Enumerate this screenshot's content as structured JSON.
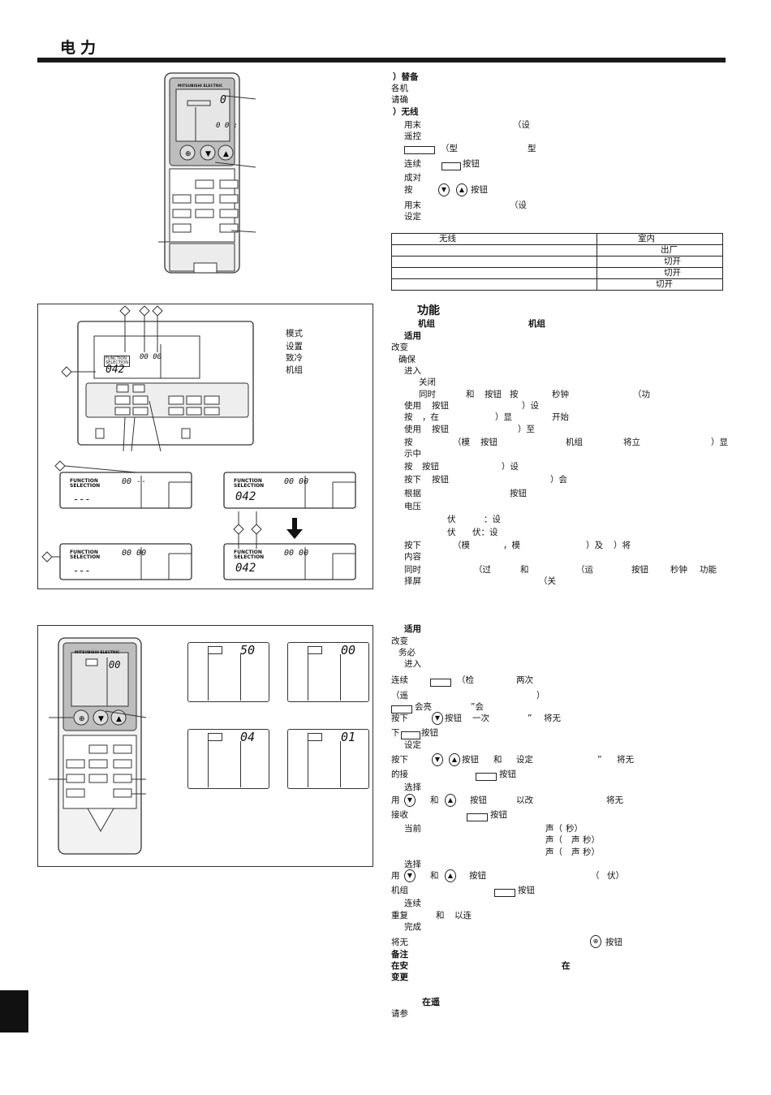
{
  "header": {
    "title": "电力"
  },
  "remote": {
    "brand": "MITSUBISHI ELECTRIC",
    "lcd_digit": "0",
    "lcd_small": "0 0 :"
  },
  "right_top": {
    "l1": "）替备",
    "l2": "各机",
    "l3": "请确",
    "l4": "）无线",
    "l5a": "用末",
    "l5b": "（设",
    "l6": "遥控",
    "l7a": "（型",
    "l7b": "型",
    "l8a": "连续",
    "l8b": "按钮",
    "l9": "成对",
    "l10a": "按",
    "l10b": "按钮",
    "l11a": "用末",
    "l11b": "（设",
    "l12": "设定"
  },
  "table": {
    "headers": [
      "无线",
      "室内"
    ],
    "rows": [
      [
        "",
        "出厂"
      ],
      [
        "",
        "切开"
      ],
      [
        "",
        "切开"
      ],
      [
        "",
        "切开"
      ]
    ]
  },
  "mid_frame": {
    "side": [
      "模式",
      "设置",
      "致冷",
      "机组"
    ],
    "fs_line1": "FUNCTION",
    "fs_line2": "SELECTION",
    "code": "042",
    "time": "00 00",
    "dash": "---",
    "blink": "00 --"
  },
  "section2": {
    "title": "功能",
    "lines": [
      "机组",
      "机组",
      "适用",
      "改变",
      "确保",
      "进入",
      "关闭",
      "同时",
      "和",
      "按钮",
      "按",
      "秒钟",
      "（功",
      "使用",
      "按钮",
      "）设",
      "按",
      "，在",
      "）显",
      "开始",
      "使用",
      "按钮",
      "）至",
      "按",
      "（模",
      "按钮",
      "机组",
      "将立",
      "）显",
      "示中",
      "按",
      "按钮",
      "）设",
      "按下",
      "按钮",
      "）会",
      "根据",
      "按钮",
      "电压",
      "伏",
      "：设",
      "伏",
      "伏：设",
      "按下",
      "（模",
      "，模",
      "）及",
      "）将",
      "内容",
      "同时",
      "（过",
      "和",
      "（运",
      "按钮",
      "秒钟",
      "功能",
      "择屏",
      "（关"
    ]
  },
  "lower_frame": {
    "d1": "50",
    "d2": "00",
    "d3": "04",
    "d4": "01",
    "remote_lcd": "00"
  },
  "section3": {
    "lines": [
      "适用",
      "改变",
      "务必",
      "进入",
      "连续",
      "（检",
      "两次",
      "（遥",
      "）",
      "会亮",
      "”会",
      "按下",
      "按钮",
      "一次",
      "”",
      "将无",
      "下",
      "按钮",
      "设定",
      "按下",
      "按钮",
      "和",
      "设定",
      "”",
      "将无",
      "的接",
      "按钮",
      "选择",
      "用",
      "和",
      "按钮",
      "以改",
      "将无",
      "接收",
      "按钮",
      "当前",
      "声（",
      "秒）",
      "声（",
      "声",
      "秒）",
      "声（",
      "声",
      "秒）",
      "选择",
      "用",
      "和",
      "按钮",
      "（",
      "伏）",
      "机组",
      "按钮",
      "连续",
      "重复",
      "和",
      "以连",
      "完成",
      "将无",
      "按钮",
      "备注",
      "在安",
      "在",
      "变更",
      "在遥",
      "请参"
    ]
  }
}
